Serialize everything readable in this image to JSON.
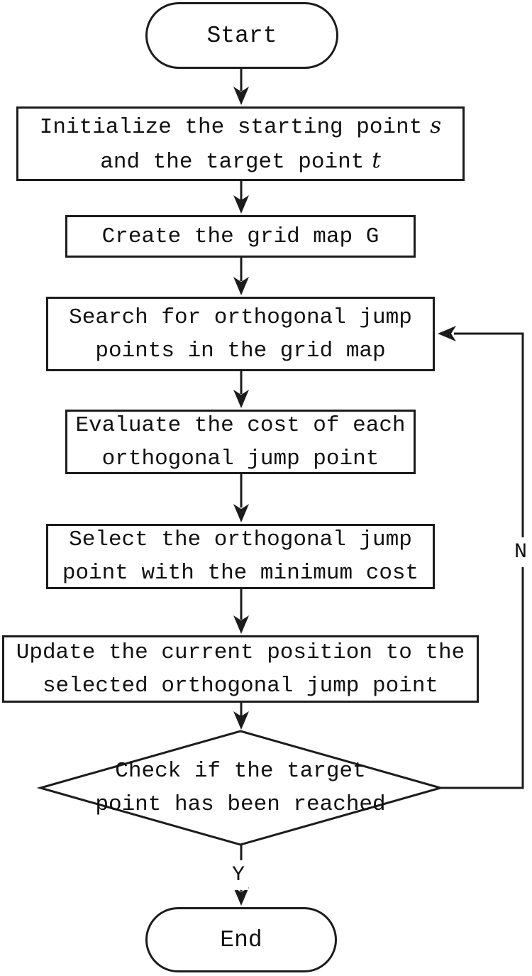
{
  "diagram": {
    "type": "flowchart",
    "background": "#ffffff",
    "stroke_color": "#1c1c1c",
    "text_color": "#111111",
    "nodes": {
      "start": {
        "shape": "terminator",
        "label": "Start"
      },
      "init": {
        "shape": "process",
        "line1_text": "Initialize the starting point",
        "line1_var": "s",
        "line2_text": "and the target point",
        "line2_var": "t"
      },
      "create_grid": {
        "shape": "process",
        "label": "Create the grid map G"
      },
      "search": {
        "shape": "process",
        "label": "Search for orthogonal jump\npoints in the grid map"
      },
      "evaluate": {
        "shape": "process",
        "label": "Evaluate the cost of each\northogonal jump point"
      },
      "select": {
        "shape": "process",
        "label": "Select the orthogonal jump\npoint with the minimum cost"
      },
      "update": {
        "shape": "process",
        "label": "Update the current position to the\nselected orthogonal jump point"
      },
      "check": {
        "shape": "decision",
        "label": "Check if the target\npoint has been reached"
      },
      "end": {
        "shape": "terminator",
        "label": "End"
      }
    },
    "edges": {
      "yes_label": "Y",
      "no_label": "N"
    }
  }
}
